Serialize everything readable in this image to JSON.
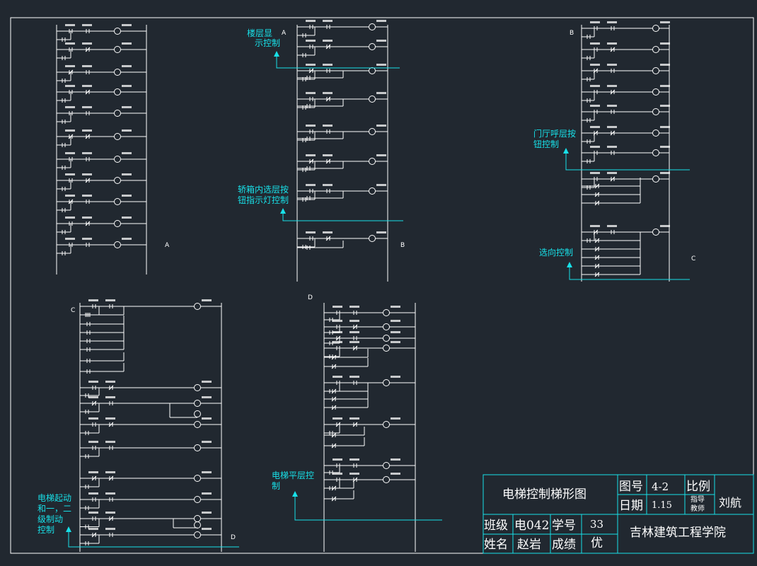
{
  "annotations": {
    "floor_display": [
      "楼层显",
      "示控制"
    ],
    "car_buttons": [
      "轿箱内选层按",
      "钮指示灯控制"
    ],
    "hall_buttons": [
      "门厅呼层按",
      "钮控制"
    ],
    "direction": [
      "选向控制"
    ],
    "start_brake": [
      "电梯起动",
      "和一，二",
      "级制动",
      "控制"
    ],
    "leveling": [
      "电梯平层控",
      "制"
    ]
  },
  "section_letters": {
    "a_end": "A",
    "a_start": "A",
    "b_end": "B",
    "b_start": "B",
    "c_end": "C",
    "c_start": "C",
    "d_end": "D",
    "d_start": "D"
  },
  "title_block": {
    "title": "电梯控制梯形图",
    "drawing_no_label": "图号",
    "drawing_no": "4-2",
    "scale_label": "比例",
    "date_label": "日期",
    "date": "1.15",
    "advisor_label": "指导教师",
    "advisor": "刘航",
    "class_label": "班级",
    "class_value": "电042",
    "student_no_label": "学号",
    "student_no": "33",
    "name_label": "姓名",
    "name": "赵岩",
    "grade_label": "成绩",
    "grade": "优",
    "school": "吉林建筑工程学院"
  },
  "colors": {
    "background": "#212830",
    "line": "#ffffff",
    "annotation": "#18e0e8"
  }
}
